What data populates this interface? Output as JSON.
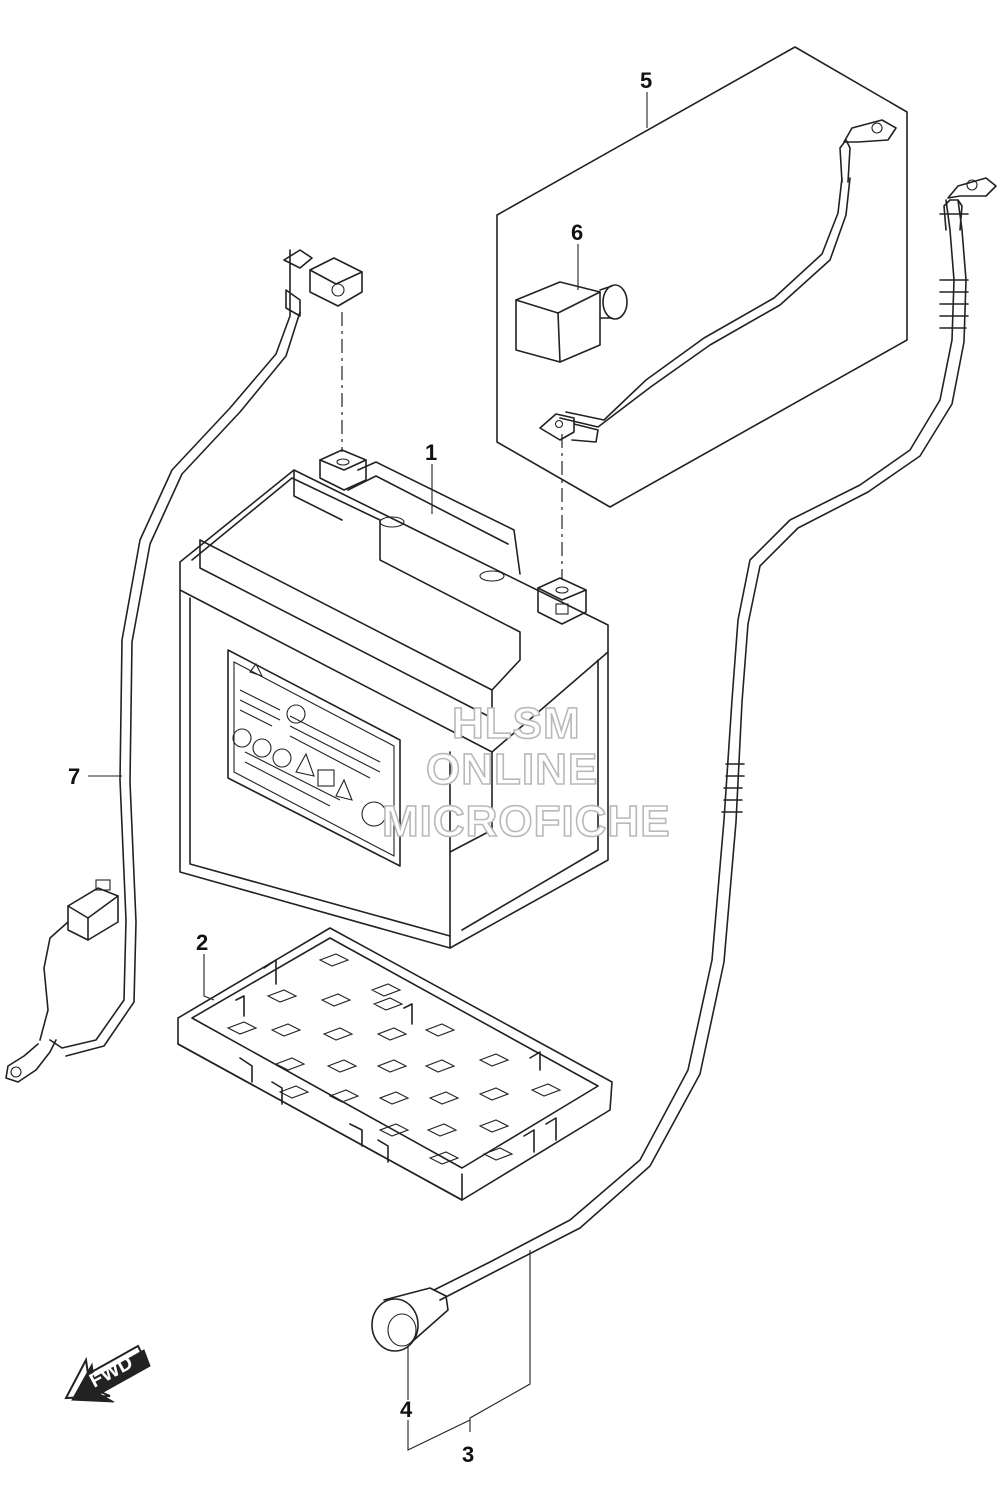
{
  "callouts": {
    "c1": "1",
    "c2": "2",
    "c3": "3",
    "c4": "4",
    "c5": "5",
    "c6": "6",
    "c7": "7"
  },
  "watermark": {
    "line1": "HLSM",
    "line2": "ONLINE",
    "line3": "MICROFICHE"
  },
  "fwd_label": "FWD",
  "colors": {
    "line": "#222222",
    "watermark": "#b9b9b9"
  }
}
